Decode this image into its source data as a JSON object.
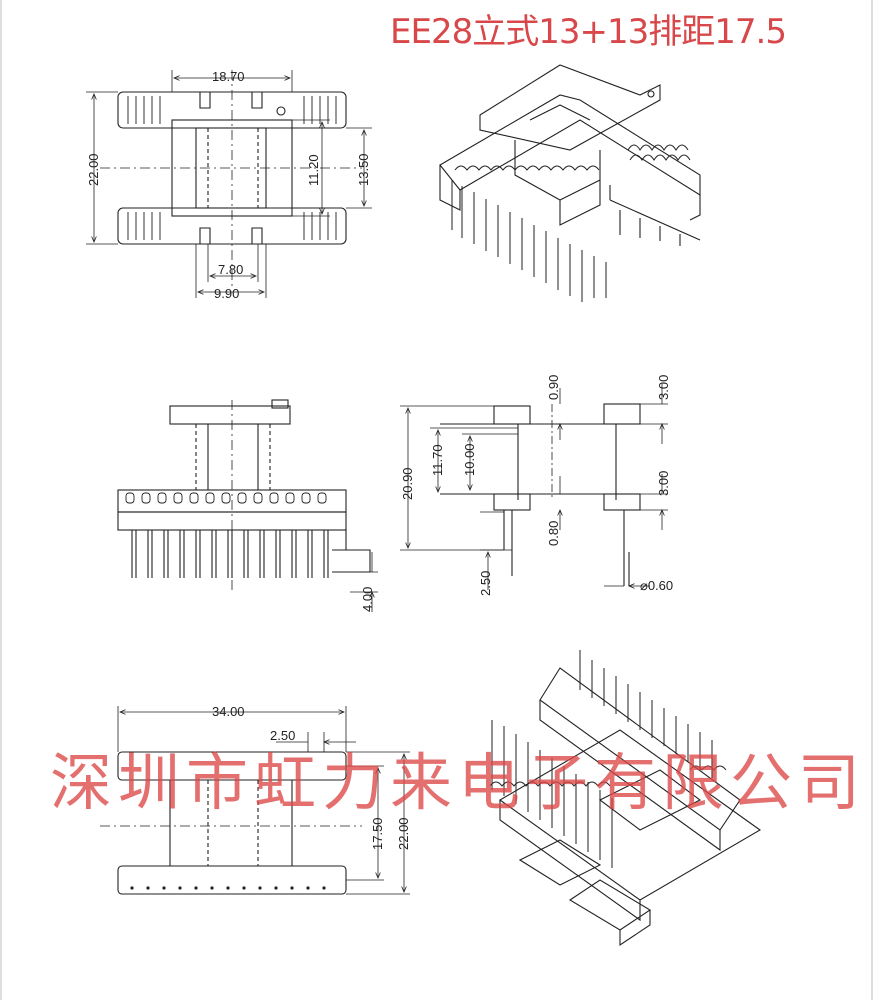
{
  "title": "EE28立式13+13排距17.5",
  "watermark": "深圳市虹力来电子有限公司",
  "colors": {
    "title": "#d8484a",
    "watermark": "#dc4646",
    "line": "#222222"
  },
  "top_view": {
    "width": "18.70",
    "height": "22.00",
    "inner_h": "11.20",
    "outer_h": "13.50",
    "w1": "7.80",
    "w2": "9.90"
  },
  "front_view": {
    "pin_len": "4.00"
  },
  "side_view": {
    "total_h": "20.90",
    "h1": "11.70",
    "h2": "10.00",
    "top_t": "0.90",
    "top_flange": "3.00",
    "bot_flange": "3.00",
    "bot_t": "0.80",
    "pin": "2.50",
    "pin_dia": "⌀0.60"
  },
  "bottom_view": {
    "width": "34.00",
    "pitch": "2.50",
    "row_dist": "17.50",
    "height": "22.00"
  }
}
